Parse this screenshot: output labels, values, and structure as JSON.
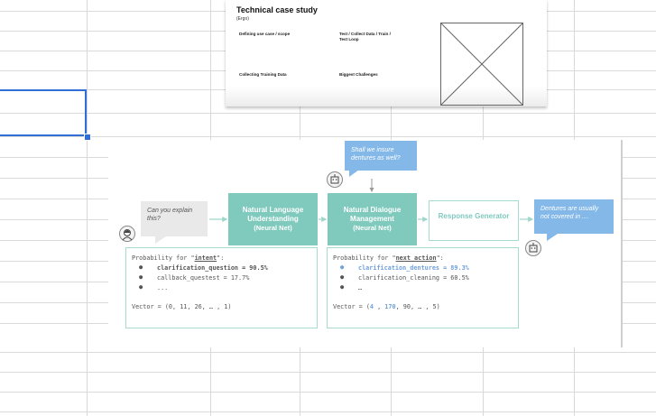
{
  "slide": {
    "title": "Technical case study",
    "subtitle": "(Ergo)",
    "labels": {
      "use_case": "Defining use case / scope",
      "test_loop": "Test / Collect Data / Train /",
      "test_loop2": "Test Loop",
      "training_data": "Collecting Training Data",
      "challenges": "Biggest Challenges"
    }
  },
  "diagram": {
    "user_bubble": "Can you explain this?",
    "system_question": "Shall we insure dentures as well?",
    "nlu_title": "Natural Language Understanding",
    "nlu_sub": "(Neural Net)",
    "ndm_title": "Natural Dialogue Management",
    "ndm_sub": "(Neural Net)",
    "response_generator": "Response Generator",
    "response_bubble": "Dentures are usually not covered in ....",
    "nlu_box": {
      "header_prefix": "Probability for \"",
      "header_key": "intent",
      "header_suffix": "\":",
      "line1": "clarification_question = 90.5%",
      "line2": "callback_questest = 17.7%",
      "line3": "...",
      "vector": "Vector = (0, 11, 26, … , 1)"
    },
    "ndm_box": {
      "header_prefix": "Probability for \"",
      "header_key": "next action",
      "header_suffix": "\":",
      "line1": "clarification_dentures = 89.3%",
      "line2": "clarification_cleaning = 60.5%",
      "line3": "…",
      "vector_prefix": "Vector = (",
      "vector_a": "4",
      "vector_sep1": " , ",
      "vector_b": "170",
      "vector_rest": ", 90, … , 5)"
    }
  },
  "colors": {
    "teal": "#7fc9bd",
    "blue": "#84b8e8",
    "selection": "#2f6fd6"
  }
}
